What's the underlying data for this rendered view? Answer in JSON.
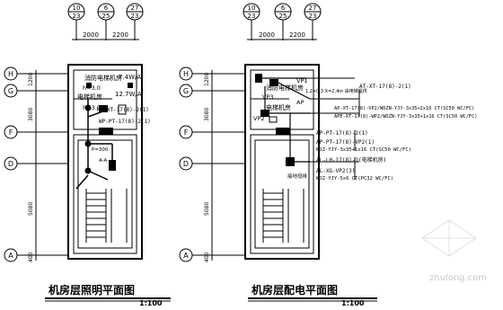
{
  "left_plan": {
    "top_axes": [
      {
        "top": "10",
        "bottom": "23"
      },
      {
        "top": "6",
        "bottom": "25"
      },
      {
        "top": "27",
        "bottom": "23"
      }
    ],
    "top_dims": [
      "2000",
      "2200"
    ],
    "left_axes": [
      "H",
      "G",
      "F",
      "D",
      "A"
    ],
    "left_dims": [
      "1200",
      "3080",
      "5080",
      "400"
    ],
    "labels": {
      "room1": "消防电梯机房",
      "h1": "h=3.0",
      "power1": "7.4W/A",
      "room2": "电梯机房",
      "h2": "h=3.0",
      "power2": "12.7W/A",
      "circ1": "N1-XT-17(8)-2(1)",
      "circ2": "WP-PT-17(8)-2(1)",
      "d1": "P=300",
      "d2": "A-A"
    },
    "title": "机房层照明平面图",
    "scale": "1:100"
  },
  "right_plan": {
    "top_axes": [
      {
        "top": "10",
        "bottom": "23"
      },
      {
        "top": "6",
        "bottom": "25"
      },
      {
        "top": "27",
        "bottom": "23"
      }
    ],
    "top_dims": [
      "2000",
      "2200"
    ],
    "left_axes": [
      "H",
      "G",
      "F",
      "D",
      "A"
    ],
    "left_dims": [
      "1200",
      "3080",
      "5080",
      "400"
    ],
    "labels": {
      "room1": "消防电梯机房",
      "room2": "电梯机房",
      "vp1": "VP1",
      "vp2": "VP2",
      "vp3": "VP3",
      "ap": "AP",
      "note1": "1.2×0.3 X=2.4m 由电梯提供",
      "a1": "AT-XT-17(8)-2(1)",
      "a2": "AP-XT-17(8)-VP2/WDZN-YJY-3x35+2x16 CT(SC50 WC/FC)",
      "a3": "APE-XT-17(8)-WP2/WDZN-YJY-3x35+1x16 CT(SC50 WC/FC)",
      "b1": "AP-PT-17(8)-2(1)",
      "b2": "AP-PT-17(8)-VP2(1)",
      "b3": "WDZ-YJY-3x35+1x16 CT(SC50 WC/FC)",
      "c1": "AL-LH-17(8)-1(电梯机房)",
      "c2": "AL-XG-VP2(3)",
      "c3": "WDZ-YJY-5x6 CT(PC32 WC/FC)",
      "c4": "接地母排"
    },
    "title": "机房层配电平面图",
    "scale": "1:100"
  },
  "watermark": "zhulong.com"
}
